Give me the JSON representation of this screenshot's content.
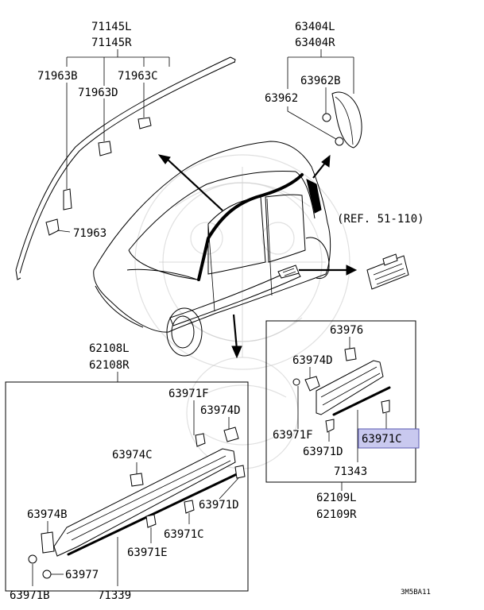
{
  "labels": {
    "p71145": [
      "71145L",
      "71145R"
    ],
    "p71963B": "71963B",
    "p71963C": "71963C",
    "p71963D": "71963D",
    "p71963": "71963",
    "p63404": [
      "63404L",
      "63404R"
    ],
    "p63962B": "63962B",
    "p63962": "63962",
    "ref": "(REF. 51-110)",
    "p62108": [
      "62108L",
      "62108R"
    ],
    "p62109": [
      "62109L",
      "62109R"
    ],
    "p63976": "63976",
    "p63974D_r": "63974D",
    "p63971F_r": "63971F",
    "p63971C_r": "63971C",
    "p63971D_r": "63971D",
    "p71343": "71343",
    "p63971F_l": "63971F",
    "p63974D_l": "63974D",
    "p63974C": "63974C",
    "p63974B": "63974B",
    "p63971D_l": "63971D",
    "p63971C_l": "63971C",
    "p63971E": "63971E",
    "p63977": "63977",
    "p63971B": "63971B",
    "p71339": "71339",
    "code": "3M5BA11"
  },
  "highlight": {
    "part": "63971C",
    "color": "#c9c9ef"
  }
}
